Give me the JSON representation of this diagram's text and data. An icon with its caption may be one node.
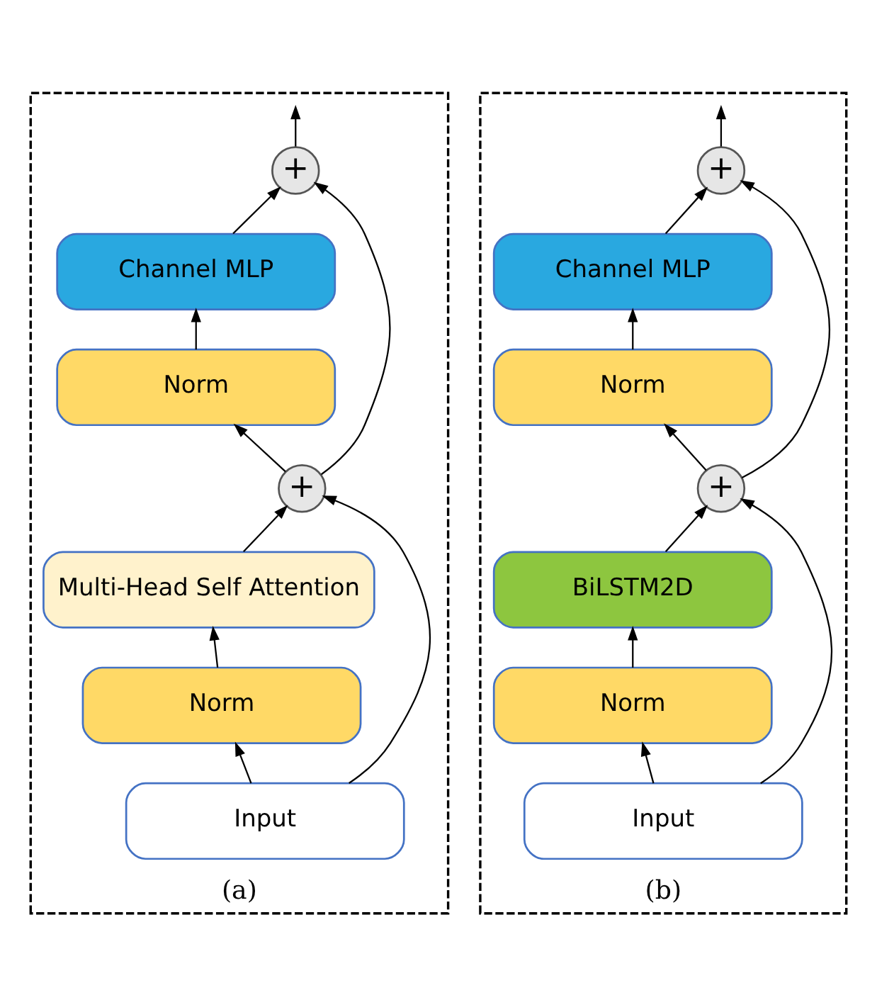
{
  "diagram": {
    "nodes": [
      {
        "text": [
          "(a)"
        ]
      },
      {
        "text": [
          "Input"
        ],
        "in": 0
      },
      {
        "text": [
          "Norm"
        ],
        "in": 0
      },
      {
        "text": [
          "Multi-Head Self Attention"
        ],
        "in": 0
      },
      {
        "text": [
          "+"
        ],
        "in": 0
      },
      {
        "text": [
          "Norm"
        ],
        "in": 0
      },
      {
        "text": [
          "Channel MLP"
        ],
        "in": 0
      },
      {
        "text": [
          "+"
        ],
        "in": 0
      },
      {
        "text": [
          "(b)"
        ]
      },
      {
        "text": [
          "Input"
        ],
        "in": 8
      },
      {
        "text": [
          "Norm"
        ],
        "in": 8
      },
      {
        "text": [
          "BiLSTM2D"
        ],
        "in": 8
      },
      {
        "text": [
          "+"
        ],
        "in": 8
      },
      {
        "text": [
          "Norm"
        ],
        "in": 8
      },
      {
        "text": [
          "Channel MLP"
        ],
        "in": 8
      },
      {
        "text": [
          "+"
        ],
        "in": 8
      }
    ],
    "edges": [
      {
        "from": 1,
        "to": 2,
        "arrow": "to"
      },
      {
        "from": 2,
        "to": 3,
        "arrow": "to"
      },
      {
        "from": 3,
        "to": 4,
        "arrow": "to"
      },
      {
        "from": 1,
        "to": 4,
        "arrow": "to"
      },
      {
        "from": 4,
        "to": 5,
        "arrow": "to"
      },
      {
        "from": 5,
        "to": 6,
        "arrow": "to"
      },
      {
        "from": 6,
        "to": 7,
        "arrow": "to"
      },
      {
        "from": 4,
        "to": 7,
        "arrow": "to"
      },
      {
        "from": 7,
        "to": null,
        "arrow": "to"
      },
      {
        "from": 9,
        "to": 10,
        "arrow": "to"
      },
      {
        "from": 10,
        "to": 11,
        "arrow": "to"
      },
      {
        "from": 11,
        "to": 12,
        "arrow": "to"
      },
      {
        "from": 9,
        "to": 12,
        "arrow": "to"
      },
      {
        "from": 12,
        "to": 13,
        "arrow": "to"
      },
      {
        "from": 13,
        "to": 14,
        "arrow": "to"
      },
      {
        "from": 14,
        "to": 15,
        "arrow": "to"
      },
      {
        "from": 12,
        "to": 15,
        "arrow": "to"
      },
      {
        "from": 15,
        "to": null,
        "arrow": "to"
      }
    ]
  }
}
